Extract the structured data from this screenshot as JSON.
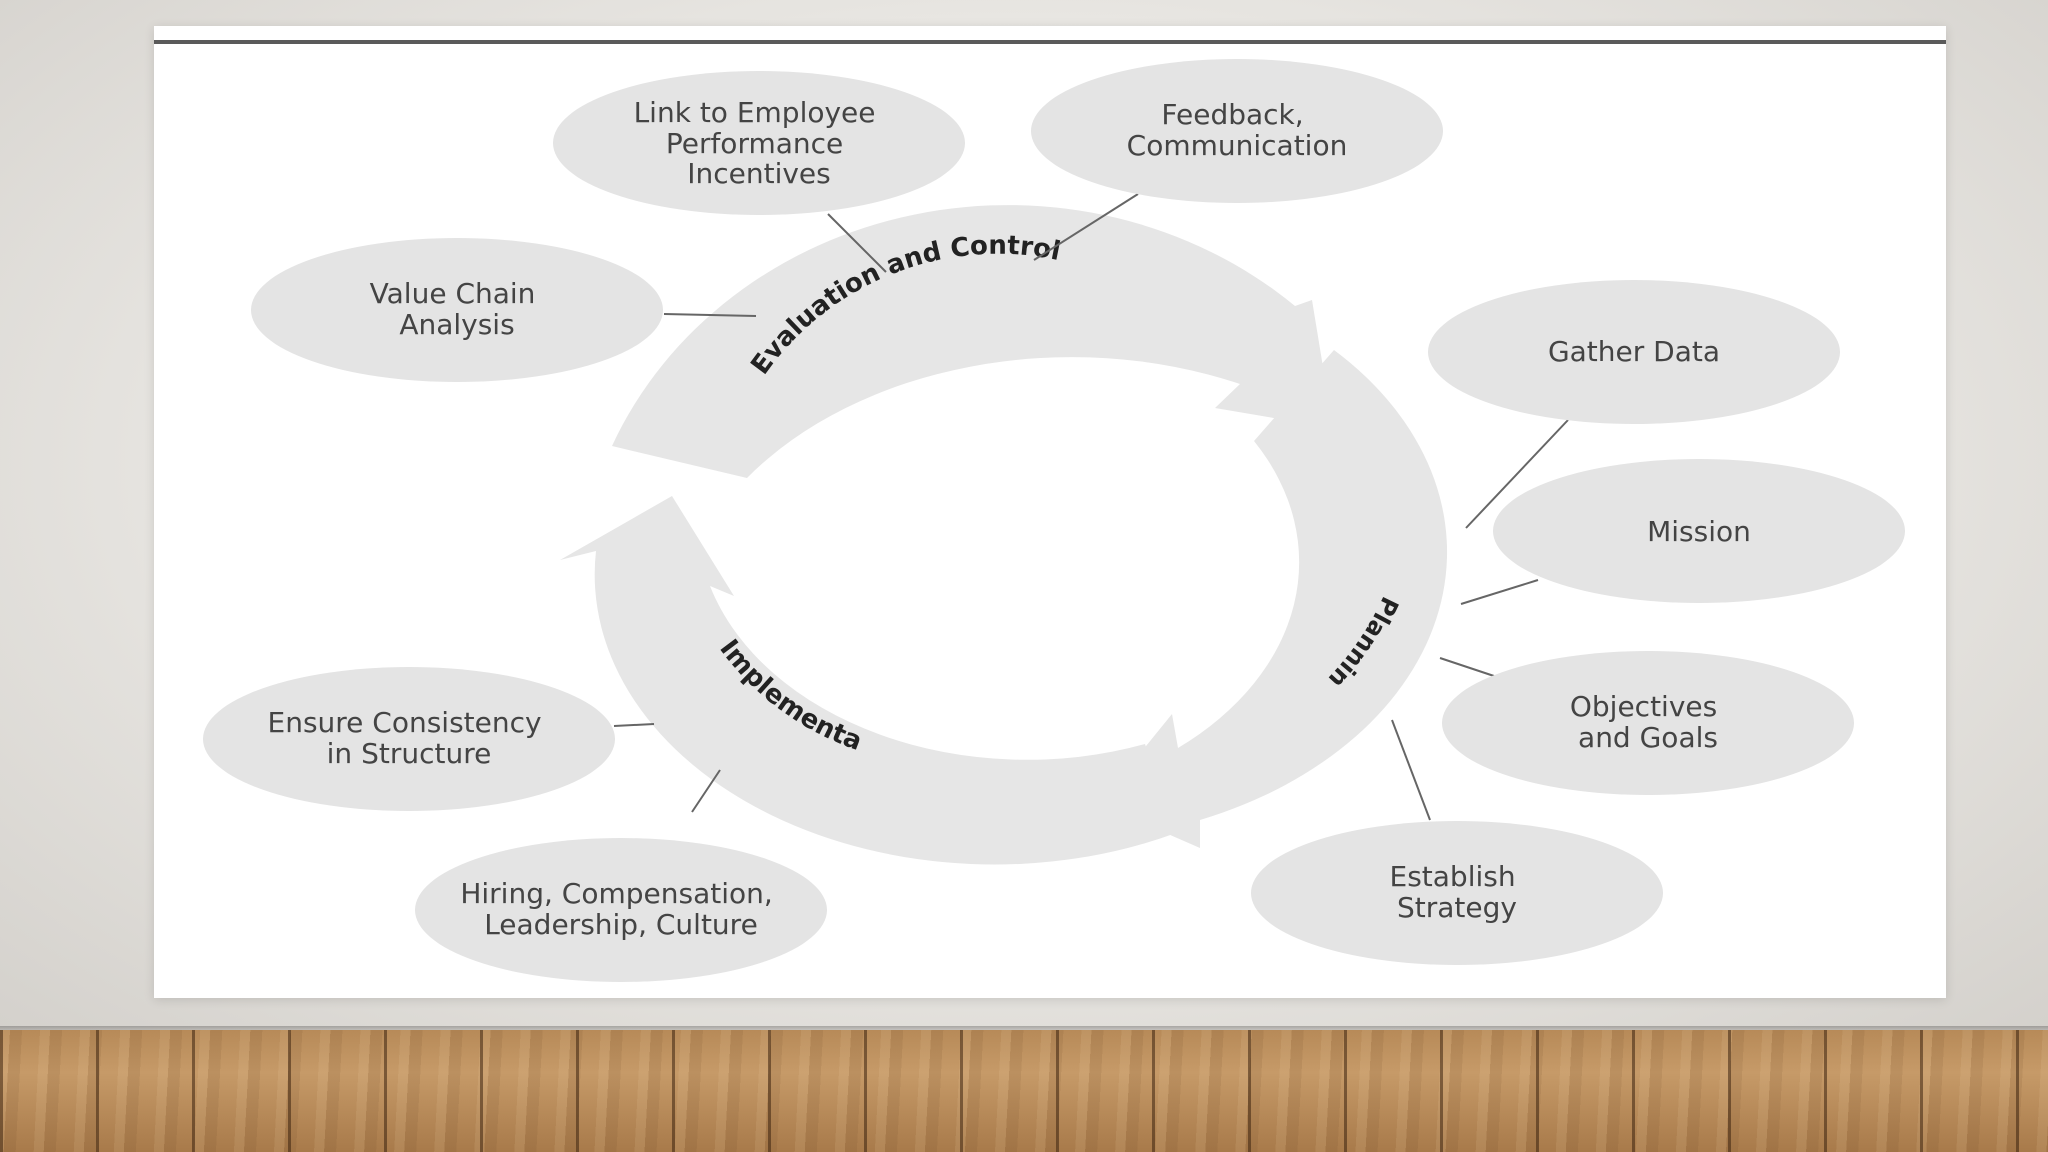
{
  "diagram": {
    "cycle_labels": {
      "evaluation": "Evaluation and Control",
      "planning": "Planning",
      "implementation": "Implementation"
    },
    "nodes": {
      "link_employee": [
        "Link to Employee",
        "Performance",
        "Incentives"
      ],
      "feedback": [
        "Feedback,",
        "Communication"
      ],
      "value_chain": [
        "Value Chain",
        "Analysis"
      ],
      "gather_data": [
        "Gather Data"
      ],
      "mission": [
        "Mission"
      ],
      "objectives": [
        "Objectives",
        "and Goals"
      ],
      "establish_strategy": [
        "Establish",
        "Strategy"
      ],
      "ensure_consistency": [
        "Ensure Consistency",
        "in Structure"
      ],
      "hiring": [
        "Hiring, Compensation,",
        "Leadership, Culture"
      ]
    },
    "colors": {
      "ellipse_fill": "#e4e4e4",
      "ring_fill": "#e6e6e6",
      "text": "#444444",
      "connector": "#666666"
    }
  }
}
